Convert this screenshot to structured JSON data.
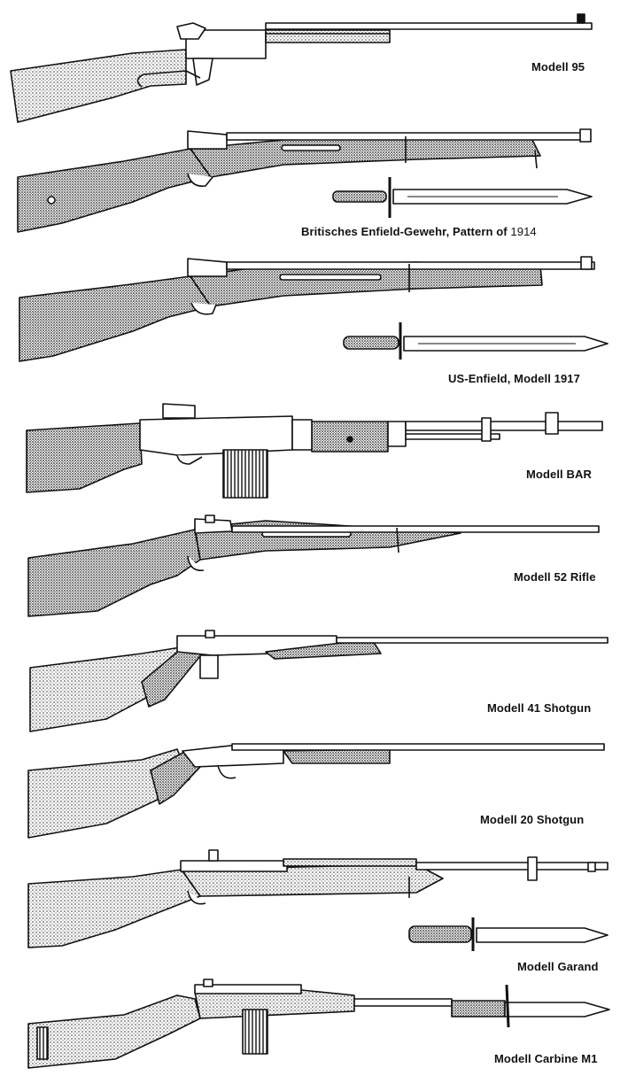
{
  "rifles": [
    {
      "label": "Modell 95"
    },
    {
      "label": "Britisches Enfield-Gewehr, Pattern of",
      "year": "1914"
    },
    {
      "label": "US-Enfield, Modell 1917"
    },
    {
      "label": "Modell BAR"
    },
    {
      "label": "Modell 52 Rifle"
    },
    {
      "label": "Modell 41 Shotgun"
    },
    {
      "label": "Modell 20 Shotgun"
    },
    {
      "label": "Modell Garand"
    },
    {
      "label": "Modell Carbine M1"
    }
  ]
}
